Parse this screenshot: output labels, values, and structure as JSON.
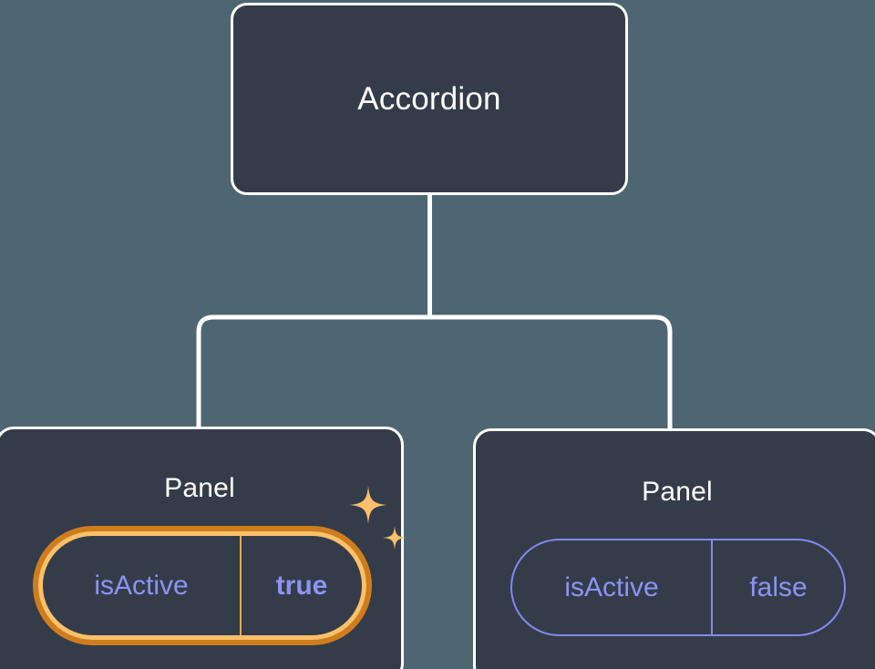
{
  "canvas": {
    "background_color": "#4d6671",
    "node_fill_color": "#343c4a",
    "node_border_color": "#ffffff",
    "connector_color": "#ffffff",
    "prop_text_color": "#8d93f2",
    "prop_border_color": "#8189f0",
    "highlight_outer_color": "#cf7d1c",
    "highlight_inner_color": "#fbc069",
    "sparkle_color": "#fbbf6b"
  },
  "tree": {
    "root": {
      "label": "Accordion"
    },
    "children": [
      {
        "label": "Panel",
        "highlighted": true,
        "prop": {
          "key": "isActive",
          "value": "true"
        },
        "sparkle_icons": [
          "sparkle-large-icon",
          "sparkle-small-icon"
        ]
      },
      {
        "label": "Panel",
        "highlighted": false,
        "prop": {
          "key": "isActive",
          "value": "false"
        }
      }
    ]
  }
}
